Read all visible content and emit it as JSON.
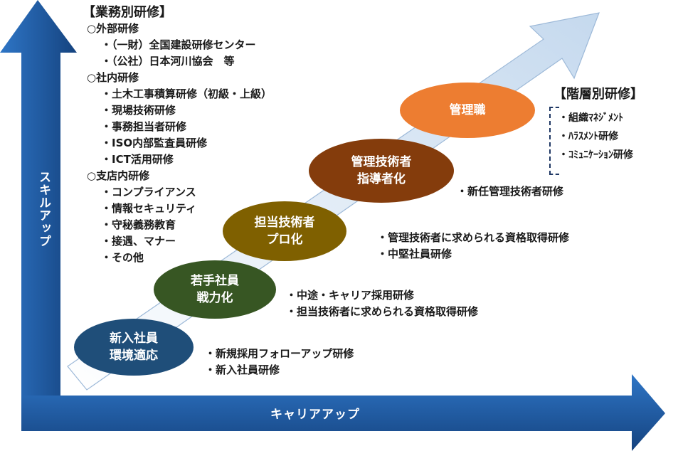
{
  "axes": {
    "y_label": "スキルアップ",
    "x_label": "キャリアアップ",
    "color": "#1c5ea8"
  },
  "stages": [
    {
      "lines": [
        "新入社員",
        "環境適応"
      ],
      "color": "#1f4e79"
    },
    {
      "lines": [
        "若手社員",
        "戦力化"
      ],
      "color": "#375623"
    },
    {
      "lines": [
        "担当技術者",
        "プロ化"
      ],
      "color": "#7f6000"
    },
    {
      "lines": [
        "管理技術者",
        "指導者化"
      ],
      "color": "#843c0c"
    },
    {
      "lines": [
        "管理職"
      ],
      "color": "#ed7d31"
    }
  ],
  "gyomu": {
    "title": "【業務別研修】",
    "groups": [
      {
        "heading": "○外部研修",
        "items": [
          "・（一財）全国建設研修センター",
          "・（公社）日本河川協会　等"
        ]
      },
      {
        "heading": "○社内研修",
        "items": [
          "・土木工事積算研修（初級・上級）",
          "・現場技術研修",
          "・事務担当者研修",
          "・ISO内部監査員研修",
          "・ICT活用研修"
        ]
      },
      {
        "heading": "○支店内研修",
        "items": [
          "・コンプライアンス",
          "・情報セキュリティ",
          "・守秘義務教育",
          "・接遇、マナー",
          "・その他"
        ]
      }
    ]
  },
  "stage_notes": [
    [
      "・新規採用フォローアップ研修",
      "・新入社員研修"
    ],
    [
      "・中途・キャリア採用研修",
      "・担当技術者に求められる資格取得研修"
    ],
    [
      "・管理技術者に求められる資格取得研修",
      "・中堅社員研修"
    ],
    [
      "・新任管理技術者研修"
    ]
  ],
  "kaiso": {
    "title": "【階層別研修】",
    "items": [
      "・組織ﾏﾈｼﾞﾒﾝﾄ",
      "・ﾊﾗｽﾒﾝﾄ研修",
      "・ｺﾐｭﾆｹｰｼｮﾝ研修"
    ]
  }
}
